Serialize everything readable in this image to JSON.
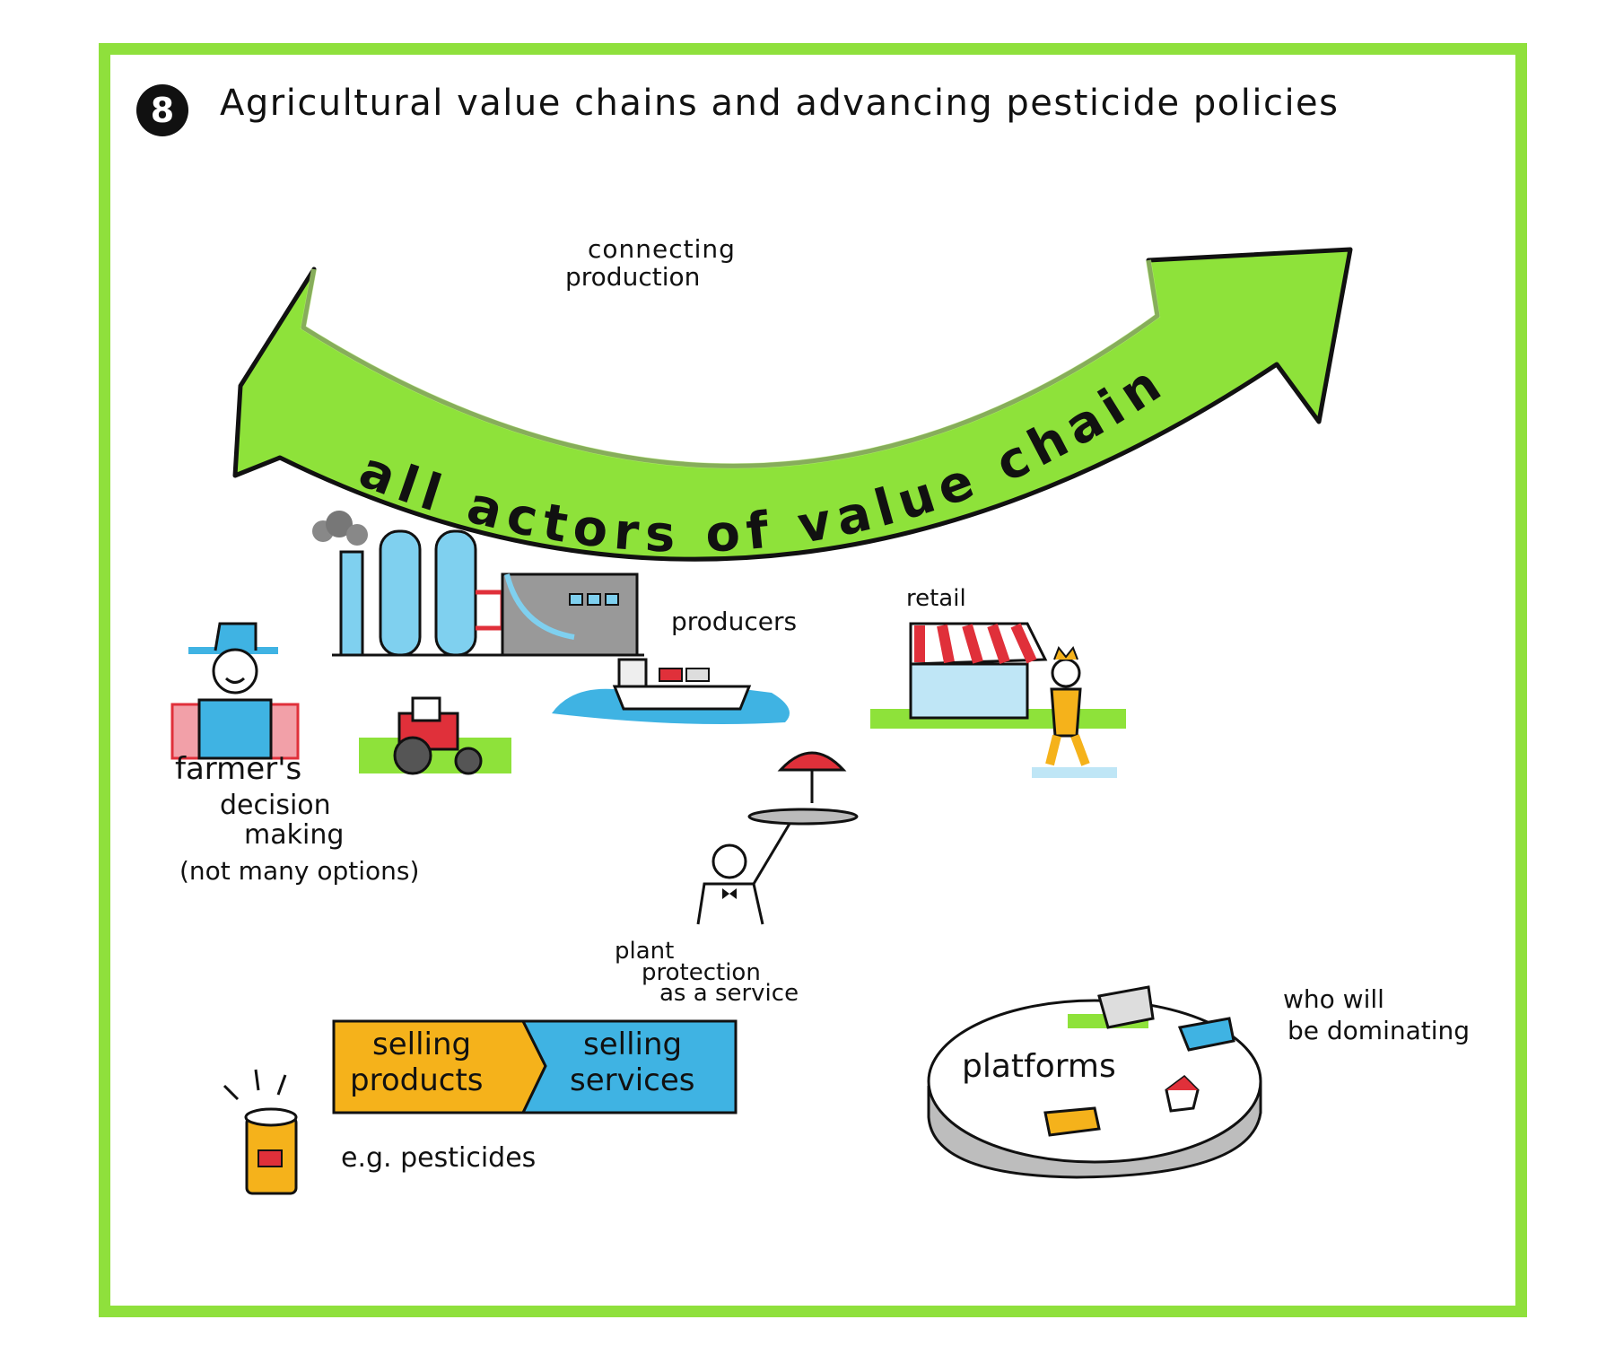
{
  "header": {
    "badge_number": "8",
    "title": "Agricultural value chains and advancing pesticide policies"
  },
  "arrow": {
    "top_label_line1": "connecting",
    "top_label_line2": "production",
    "band_text": "all actors of value chain"
  },
  "labels": {
    "producers": "producers",
    "retail": "retail",
    "farmer_line1": "farmer's",
    "farmer_line2": "decision",
    "farmer_line3": "making",
    "farmer_line4": "(not many options)",
    "service_line1": "plant",
    "service_line2": "protection",
    "service_line3": "as a service",
    "selling_products_line1": "selling",
    "selling_products_line2": "products",
    "selling_services_line1": "selling",
    "selling_services_line2": "services",
    "pesticides": "e.g. pesticides",
    "platforms": "platforms",
    "dominating_line1": "who will",
    "dominating_line2": "be dominating"
  },
  "colors": {
    "frame_green": "#8fe03c",
    "arrow_green": "#8ee23a",
    "products_orange": "#f5b21b",
    "services_blue": "#3fb3e3",
    "awning_red": "#e0303a",
    "water_blue": "#3fb3e3"
  }
}
